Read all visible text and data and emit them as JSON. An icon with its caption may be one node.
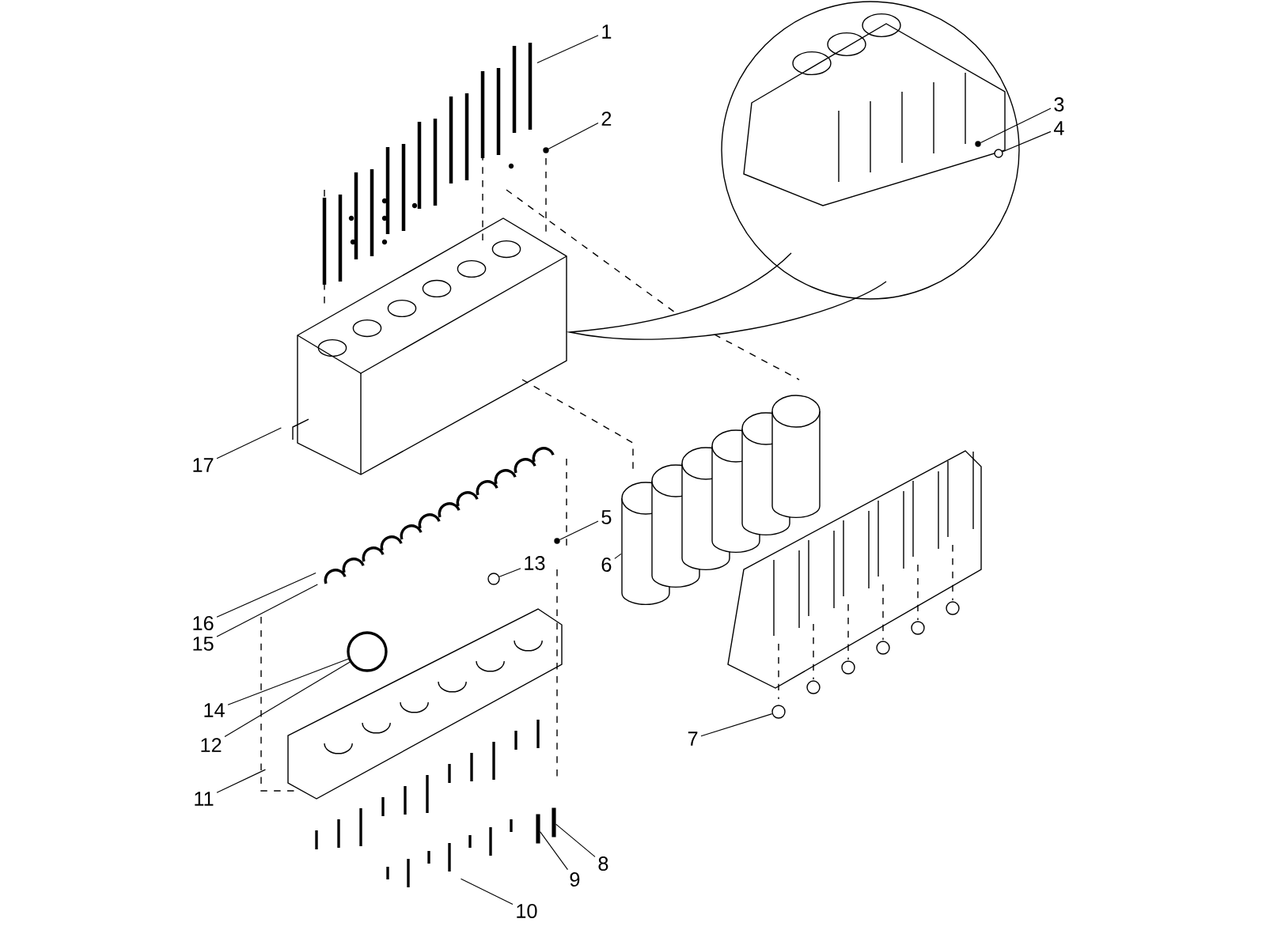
{
  "diagram": {
    "nodes": [
      {
        "text": [
          "1"
        ]
      },
      {
        "text": [
          "2"
        ]
      },
      {
        "text": [
          "3"
        ]
      },
      {
        "text": [
          "4"
        ]
      },
      {
        "text": [
          "5"
        ]
      },
      {
        "text": [
          "6"
        ]
      },
      {
        "text": [
          "7"
        ]
      },
      {
        "text": [
          "8"
        ]
      },
      {
        "text": [
          "9"
        ]
      },
      {
        "text": [
          "10"
        ]
      },
      {
        "text": [
          "11"
        ]
      },
      {
        "text": [
          "12"
        ]
      },
      {
        "text": [
          "13"
        ]
      },
      {
        "text": [
          "14"
        ]
      },
      {
        "text": [
          "15"
        ]
      },
      {
        "text": [
          "16"
        ]
      },
      {
        "text": [
          "17"
        ]
      },
      {
        "text": [],
        "shape": "circle"
      },
      {
        "text": [],
        "shape": "circle"
      },
      {
        "text": [],
        "shape": "circle"
      },
      {
        "text": [],
        "shape": "circle"
      },
      {
        "text": [],
        "shape": "circle"
      },
      {
        "text": [],
        "shape": "bar"
      },
      {
        "text": [],
        "shape": "bar"
      },
      {
        "text": [],
        "shape": "circle"
      },
      {
        "text": [],
        "shape": "circle"
      }
    ],
    "edges": [
      {
        "from": 0,
        "to": null,
        "arrow": "none"
      },
      {
        "from": 1,
        "to": 17,
        "arrow": "none"
      },
      {
        "from": 2,
        "to": 18,
        "arrow": "none"
      },
      {
        "from": 3,
        "to": 19,
        "arrow": "none"
      },
      {
        "from": 4,
        "to": 20,
        "arrow": "none"
      },
      {
        "from": 5,
        "to": null,
        "arrow": "none"
      },
      {
        "from": 6,
        "to": 21,
        "arrow": "none"
      },
      {
        "from": 7,
        "to": 23,
        "arrow": "none"
      },
      {
        "from": 8,
        "to": 22,
        "arrow": "none"
      },
      {
        "from": 9,
        "to": null,
        "arrow": "none"
      },
      {
        "from": 10,
        "to": null,
        "arrow": "none"
      },
      {
        "from": 11,
        "to": 24,
        "arrow": "none"
      },
      {
        "from": 12,
        "to": 25,
        "arrow": "none"
      },
      {
        "from": 13,
        "to": 24,
        "arrow": "none"
      },
      {
        "from": 14,
        "to": null,
        "arrow": "none"
      },
      {
        "from": 15,
        "to": null,
        "arrow": "none"
      },
      {
        "from": 16,
        "to": null,
        "arrow": "none"
      }
    ]
  }
}
